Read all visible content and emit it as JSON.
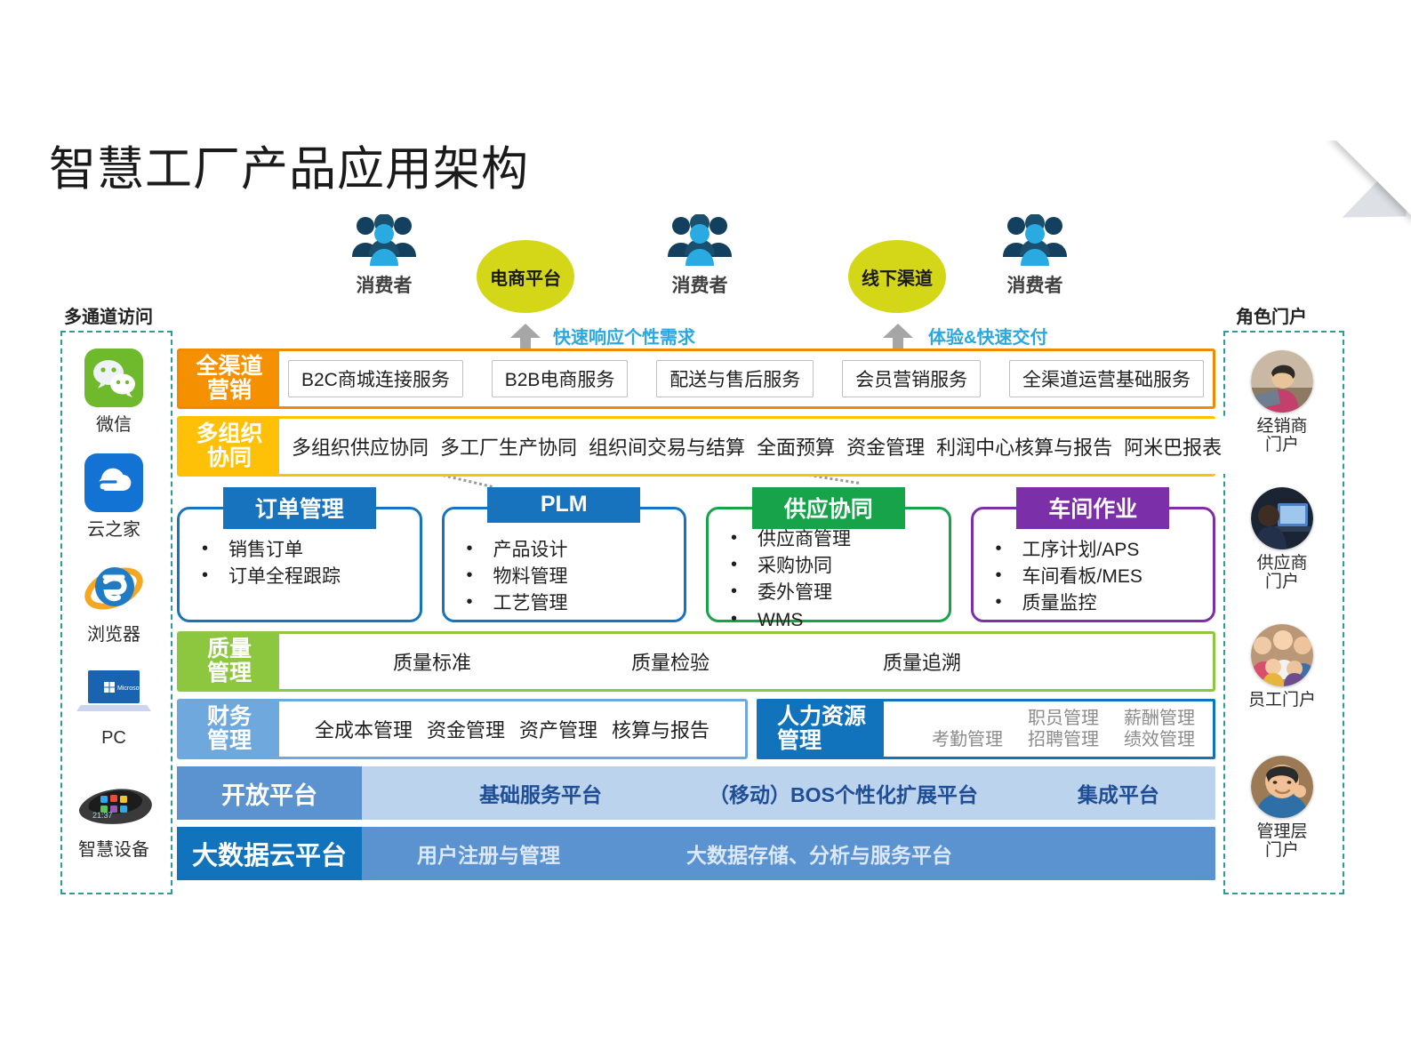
{
  "title": "智慧工厂产品应用架构",
  "top_flow": {
    "nodes": [
      {
        "type": "consumer",
        "label": "消费者",
        "icon": "people-group-icon"
      },
      {
        "type": "platform",
        "label": "电商平台"
      },
      {
        "type": "consumer",
        "label": "消费者",
        "icon": "people-group-icon"
      },
      {
        "type": "platform",
        "label": "线下渠道"
      },
      {
        "type": "consumer",
        "label": "消费者",
        "icon": "people-group-icon"
      }
    ],
    "annotations": [
      {
        "label": "快速响应个性需求",
        "color": "#2BA8E0",
        "icon": "up-arrow-icon"
      },
      {
        "label": "体验&快速交付",
        "color": "#2BA8E0",
        "icon": "up-arrow-icon"
      }
    ]
  },
  "left_panel": {
    "heading": "多通道访问",
    "items": [
      {
        "label": "微信",
        "icon": "wechat-icon"
      },
      {
        "label": "云之家",
        "icon": "cloud-icon"
      },
      {
        "label": "浏览器",
        "icon": "internet-explorer-icon"
      },
      {
        "label": "PC",
        "icon": "laptop-icon"
      },
      {
        "label": "智慧设备",
        "icon": "smart-wearable-icon"
      }
    ]
  },
  "right_panel": {
    "heading": "角色门户",
    "items": [
      {
        "label": "经销商\n门户",
        "icon": "dealer-avatar"
      },
      {
        "label": "供应商\n门户",
        "icon": "supplier-avatar"
      },
      {
        "label": "员工门户",
        "icon": "employee-avatar"
      },
      {
        "label": "管理层\n门户",
        "icon": "manager-avatar"
      }
    ]
  },
  "architecture": {
    "omni_channel": {
      "tag": "全渠道\n营销",
      "tag_color": "#F59100",
      "border_color": "#F08A00",
      "items": [
        "B2C商城连接服务",
        "B2B电商服务",
        "配送与售后服务",
        "会员营销服务",
        "全渠道运营基础服务"
      ]
    },
    "multi_org": {
      "tag": "多组织\n协同",
      "tag_color": "#FFC107",
      "border_color": "#FFC000",
      "items": [
        "多组织供应协同",
        "多工厂生产协同",
        "组织间交易与结算",
        "全面预算",
        "资金管理",
        "利润中心核算与报告",
        "阿米巴报表"
      ]
    },
    "modules": [
      {
        "title": "订单管理",
        "color": "#1773BD",
        "items": [
          "销售订单",
          "订单全程跟踪"
        ]
      },
      {
        "title": "PLM",
        "color": "#1773BD",
        "items": [
          "产品设计",
          "物料管理",
          "工艺管理"
        ]
      },
      {
        "title": "供应协同",
        "color": "#16A34A",
        "items": [
          "供应商管理",
          "采购协同",
          "委外管理",
          "WMS"
        ]
      },
      {
        "title": "车间作业",
        "color": "#7B2FA8",
        "items": [
          "工序计划/APS",
          "车间看板/MES",
          "质量监控"
        ]
      }
    ],
    "quality": {
      "tag": "质量\n管理",
      "tag_color": "#8DC63F",
      "border_color": "#8DC63F",
      "items": [
        "质量标准",
        "质量检验",
        "质量追溯"
      ]
    },
    "finance": {
      "tag": "财务\n管理",
      "tag_color": "#6FA8DC",
      "border_color": "#6FA8DC",
      "items": [
        "全成本管理",
        "资金管理",
        "资产管理",
        "核算与报告"
      ]
    },
    "hr": {
      "tag": "人力资源\n管理",
      "tag_color": "#1173BB",
      "border_color": "#1173BB",
      "row1": [
        "职员管理",
        "薪酬管理"
      ],
      "row2": [
        "考勤管理",
        "招聘管理",
        "绩效管理"
      ]
    },
    "open_platform": {
      "tag": "开放平台",
      "tag_color": "#5B93D1",
      "background": "#BBD3EC",
      "items": [
        "基础服务平台",
        "（移动）BOS个性化扩展平台",
        "集成平台"
      ]
    },
    "big_data": {
      "tag": "大数据云平台",
      "tag_color": "#1173BB",
      "background": "#5B93D1",
      "items": [
        "用户注册与管理",
        "大数据存储、分析与服务平台"
      ]
    }
  }
}
